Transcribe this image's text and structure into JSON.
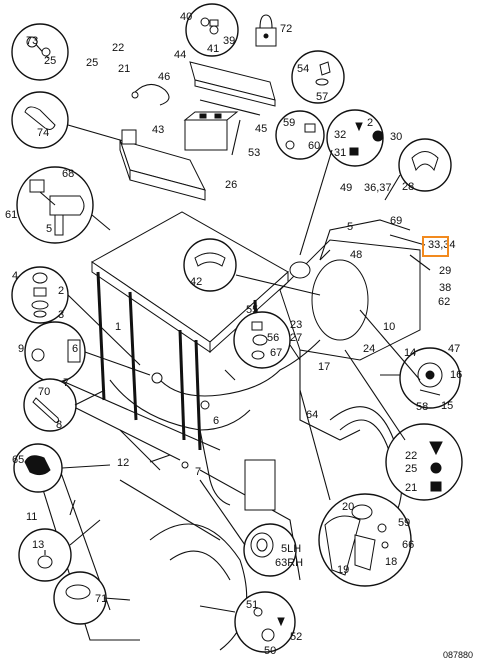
{
  "diagram": {
    "highlight_label": "33,34",
    "ref_code": "087880",
    "callouts": {
      "c1": "1",
      "c2": "2",
      "c3": "3",
      "c4": "4",
      "c5": "5",
      "c6": "6",
      "c7": "7",
      "c8": "8",
      "c9": "9",
      "c10": "10",
      "c11": "11",
      "c12": "12",
      "c13": "13",
      "c14": "14",
      "c15": "15",
      "c16": "16",
      "c17": "17",
      "c18": "18",
      "c19": "19",
      "c20": "20",
      "c21": "21",
      "c22": "22",
      "c23": "23",
      "c24": "24",
      "c25": "25",
      "c26": "26",
      "c27": "27",
      "c28": "28",
      "c29": "29",
      "c30": "30",
      "c31": "31",
      "c32": "32",
      "c36_37": "36,37",
      "c38": "38",
      "c39": "39",
      "c40": "40",
      "c41": "41",
      "c42": "42",
      "c43": "43",
      "c44": "44",
      "c45": "45",
      "c46": "46",
      "c47": "47",
      "c48": "48",
      "c49": "49",
      "c50": "50",
      "c51": "51",
      "c52": "52",
      "c53": "53",
      "c54": "54",
      "c55": "55",
      "c56": "56",
      "c57": "57",
      "c58": "58",
      "c59": "59",
      "c60": "60",
      "c61": "61",
      "c62": "62",
      "c63rh": "63RH",
      "c64": "64",
      "c65": "65",
      "c66": "66",
      "c67": "67",
      "c68": "68",
      "c69": "69",
      "c70": "70",
      "c71": "71",
      "c72": "72",
      "c73": "73",
      "c74": "74",
      "c5lh": "5LH"
    }
  }
}
